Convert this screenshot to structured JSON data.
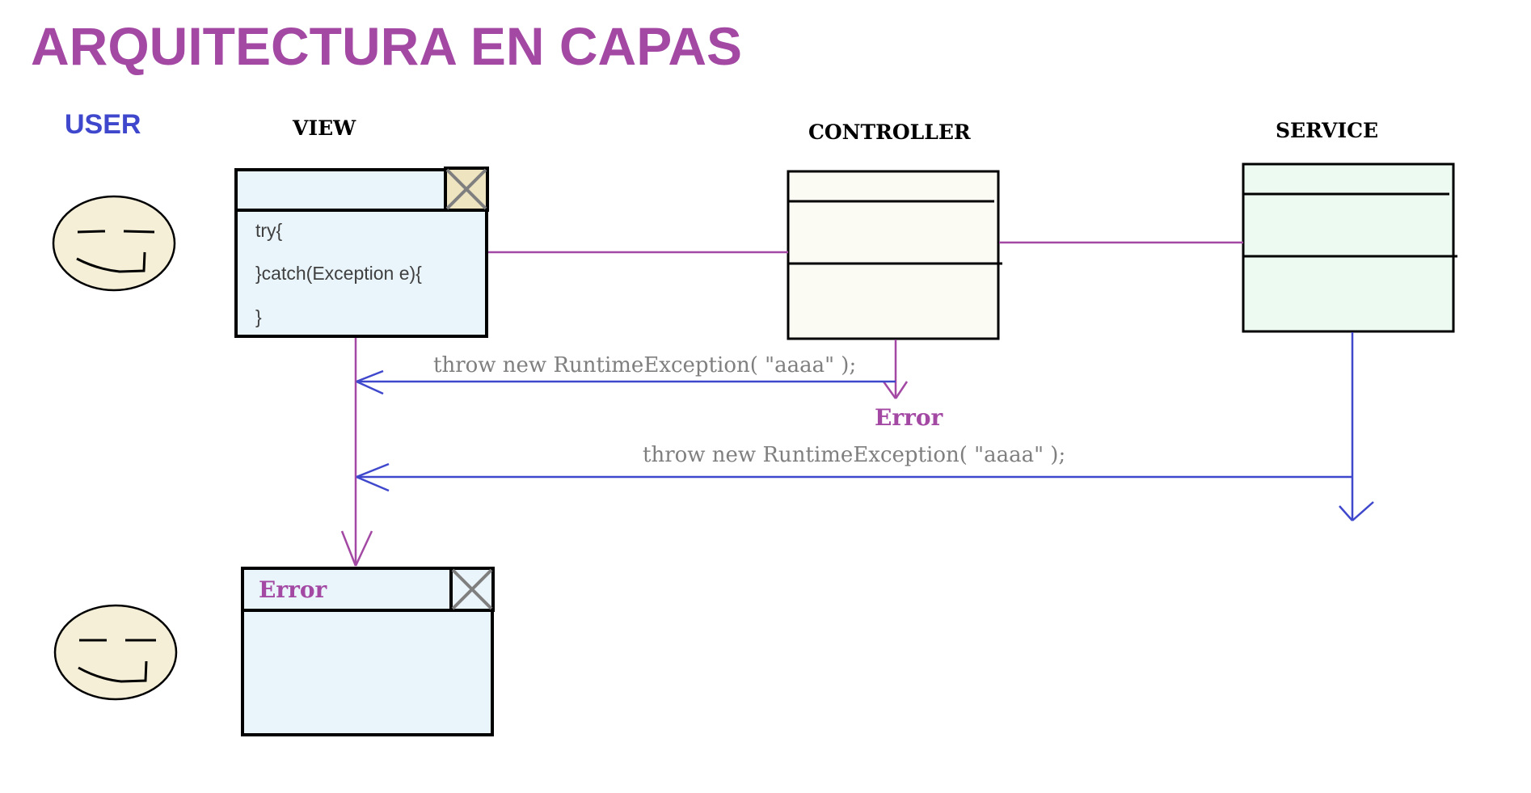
{
  "title": "ARQUITECTURA EN CAPAS",
  "user_label": "USER",
  "layers": {
    "view": "VIEW",
    "controller": "CONTROLLER",
    "service": "SERVICE"
  },
  "view_code": {
    "line1": "try{",
    "line2": "}catch(Exception e){",
    "line3": "}"
  },
  "throws": {
    "from_controller": "throw new RuntimeException( \"aaaa\" );",
    "from_service": "throw new RuntimeException( \"aaaa\" );"
  },
  "controller_error": "Error",
  "error_window_title": "Error",
  "colors": {
    "title": "#a349a4",
    "user": "#3f48cc",
    "arrow": "#3f48cc",
    "connector": "#a349a4",
    "throw_text": "#7f7f7f",
    "error_text": "#a349a4",
    "view_fill": "#eaf5fb",
    "controller_fill": "#fbfaf3",
    "service_fill": "#edfaf2",
    "face_fill": "#f5efd8",
    "close_fill": "#efe4c0",
    "close_x": "#7f7f7f"
  }
}
